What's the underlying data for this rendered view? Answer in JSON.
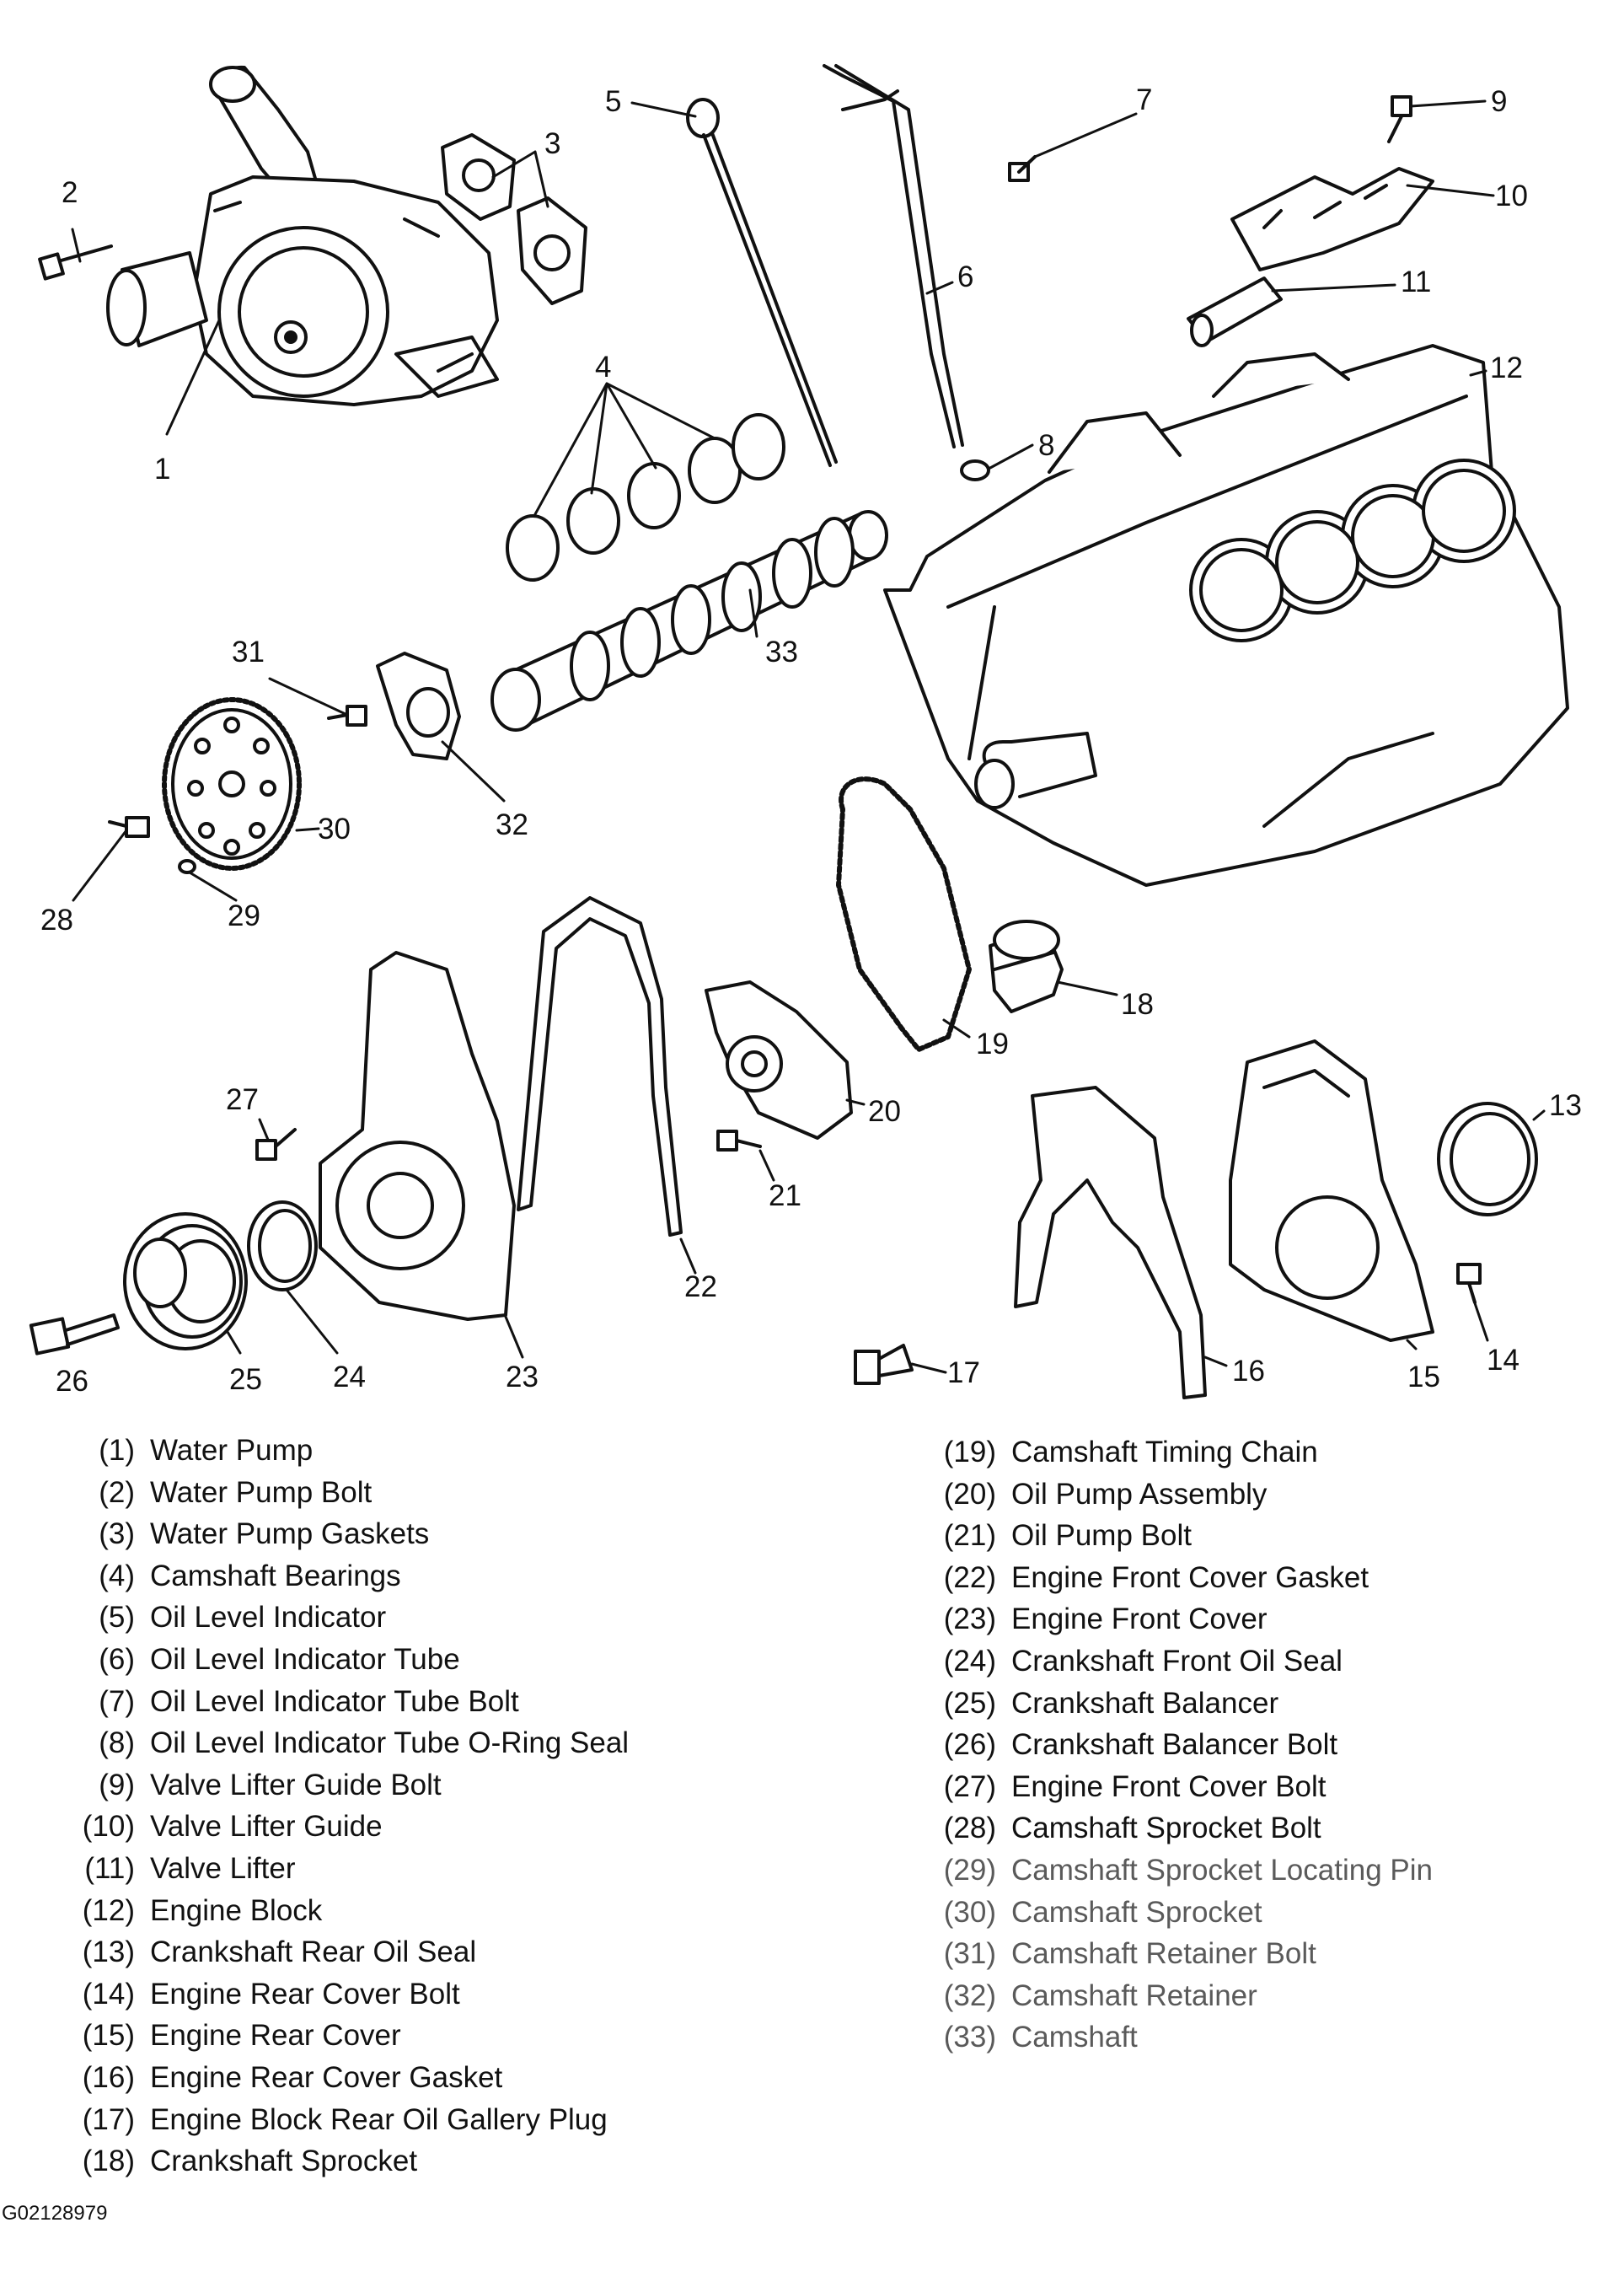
{
  "legend": {
    "left": [
      {
        "num": "(1)",
        "label": "Water Pump"
      },
      {
        "num": "(2)",
        "label": "Water Pump Bolt"
      },
      {
        "num": "(3)",
        "label": "Water Pump Gaskets"
      },
      {
        "num": "(4)",
        "label": "Camshaft Bearings"
      },
      {
        "num": "(5)",
        "label": "Oil Level Indicator"
      },
      {
        "num": "(6)",
        "label": "Oil Level Indicator Tube"
      },
      {
        "num": "(7)",
        "label": "Oil Level Indicator Tube Bolt"
      },
      {
        "num": "(8)",
        "label": "Oil Level Indicator Tube O-Ring Seal"
      },
      {
        "num": "(9)",
        "label": "Valve Lifter Guide Bolt"
      },
      {
        "num": "(10)",
        "label": "Valve Lifter Guide"
      },
      {
        "num": "(11)",
        "label": "Valve Lifter"
      },
      {
        "num": "(12)",
        "label": "Engine Block"
      },
      {
        "num": "(13)",
        "label": "Crankshaft Rear Oil Seal"
      },
      {
        "num": "(14)",
        "label": "Engine Rear Cover Bolt"
      },
      {
        "num": "(15)",
        "label": "Engine Rear Cover"
      },
      {
        "num": "(16)",
        "label": "Engine Rear Cover Gasket"
      },
      {
        "num": "(17)",
        "label": "Engine Block Rear Oil Gallery Plug"
      },
      {
        "num": "(18)",
        "label": "Crankshaft Sprocket"
      }
    ],
    "right": [
      {
        "num": "(19)",
        "label": "Camshaft Timing Chain"
      },
      {
        "num": "(20)",
        "label": "Oil Pump Assembly"
      },
      {
        "num": "(21)",
        "label": "Oil Pump Bolt"
      },
      {
        "num": "(22)",
        "label": "Engine Front Cover Gasket"
      },
      {
        "num": "(23)",
        "label": "Engine Front Cover"
      },
      {
        "num": "(24)",
        "label": "Crankshaft Front Oil Seal"
      },
      {
        "num": "(25)",
        "label": "Crankshaft Balancer"
      },
      {
        "num": "(26)",
        "label": "Crankshaft Balancer Bolt"
      },
      {
        "num": "(27)",
        "label": "Engine Front Cover Bolt"
      },
      {
        "num": "(28)",
        "label": "Camshaft Sprocket Bolt"
      },
      {
        "num": "(29)",
        "label": "Camshaft Sprocket Locating Pin",
        "faded": true
      },
      {
        "num": "(30)",
        "label": "Camshaft Sprocket",
        "faded": true
      },
      {
        "num": "(31)",
        "label": "Camshaft Retainer Bolt",
        "faded": true
      },
      {
        "num": "(32)",
        "label": "Camshaft Retainer",
        "faded": true
      },
      {
        "num": "(33)",
        "label": "Camshaft",
        "faded": true
      }
    ]
  },
  "callouts": [
    "1",
    "2",
    "3",
    "4",
    "5",
    "6",
    "7",
    "8",
    "9",
    "10",
    "11",
    "12",
    "13",
    "14",
    "15",
    "16",
    "17",
    "18",
    "19",
    "20",
    "21",
    "22",
    "23",
    "24",
    "25",
    "26",
    "27",
    "28",
    "29",
    "30",
    "31",
    "32",
    "33"
  ],
  "figure_code": "G02128979"
}
